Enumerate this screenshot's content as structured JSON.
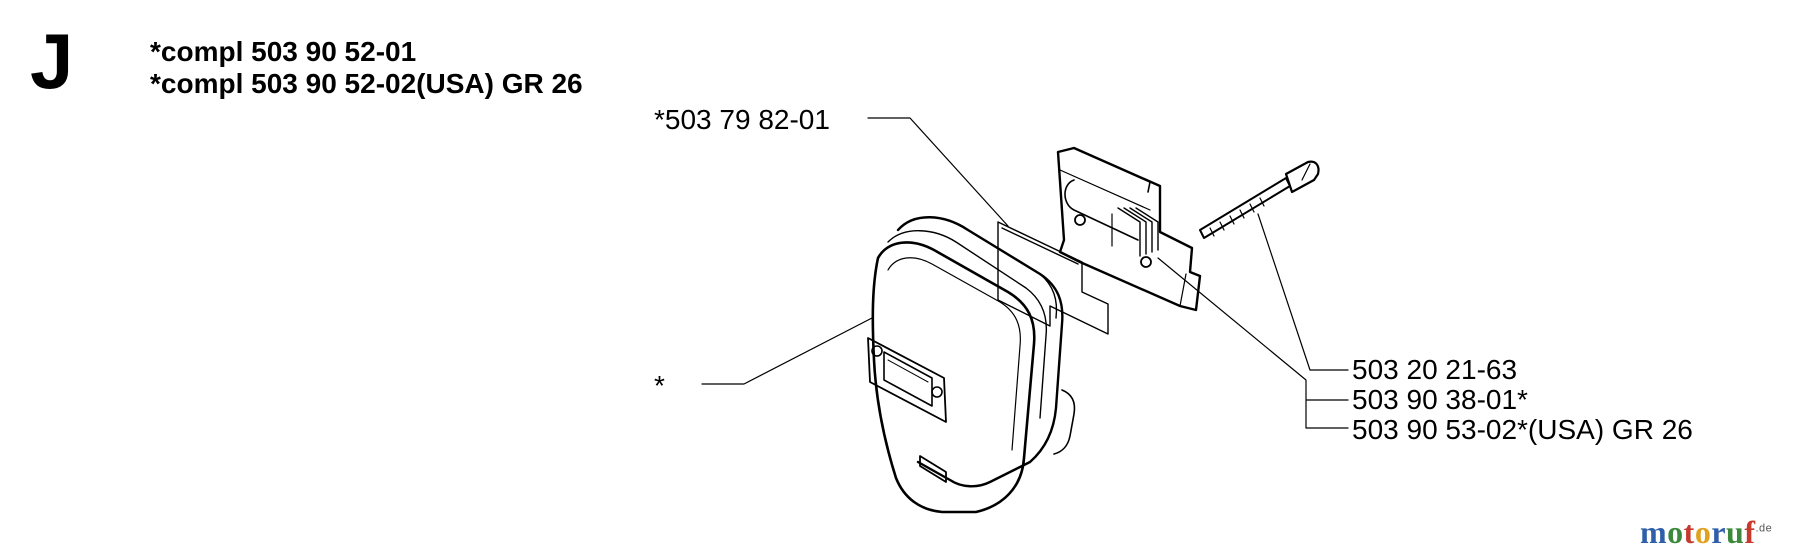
{
  "section": {
    "letter": "J"
  },
  "header": {
    "line1": "*compl 503 90 52-01",
    "line2": "*compl 503 90 52-02(USA) GR 26"
  },
  "labels": {
    "gasket": "*503 79 82-01",
    "muffler": "*",
    "screw": "503 20 21-63",
    "bracket": "503 90 38-01*",
    "bracket_usa": "503 90 53-02*(USA) GR 26"
  },
  "watermark": {
    "letters": [
      {
        "char": "m",
        "color": "#2f5fa8"
      },
      {
        "char": "o",
        "color": "#3b8a3b"
      },
      {
        "char": "t",
        "color": "#c63a2e"
      },
      {
        "char": "o",
        "color": "#e0a21e"
      },
      {
        "char": "r",
        "color": "#2f5fa8"
      },
      {
        "char": "u",
        "color": "#3b8a3b"
      },
      {
        "char": "f",
        "color": "#c63a2e"
      }
    ],
    "suffix": ".de"
  }
}
